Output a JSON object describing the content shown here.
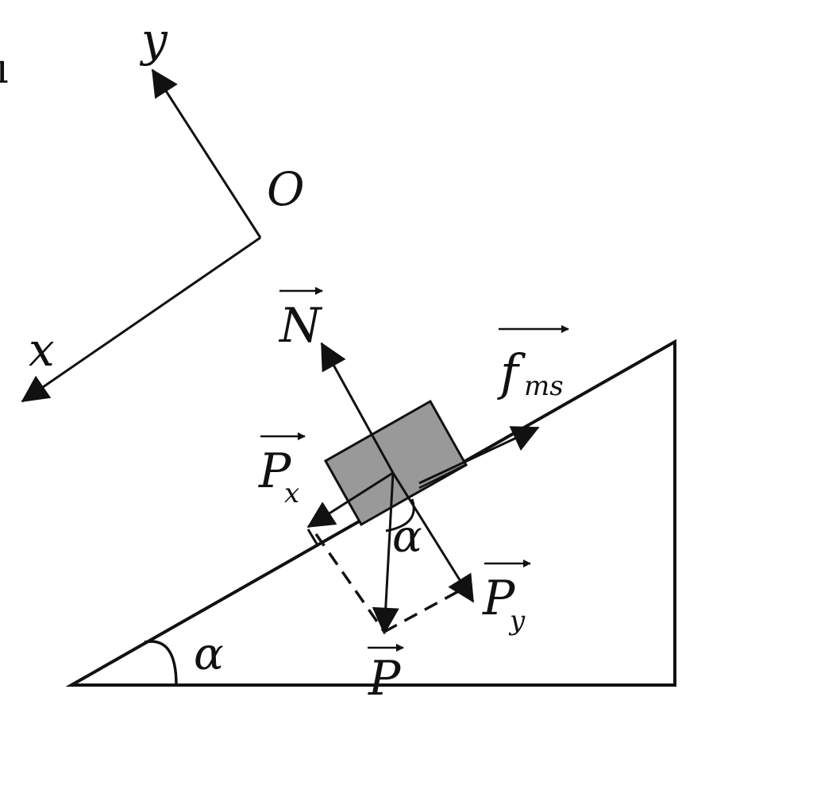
{
  "diagram": {
    "colors": {
      "ink": "#111111",
      "block": "#999999",
      "background": "#ffffff"
    },
    "axes": {
      "origin_label": "O",
      "x_label": "x",
      "y_label": "y"
    },
    "forces": {
      "normal": {
        "symbol": "N"
      },
      "friction": {
        "symbol": "f",
        "subscript": "ms"
      },
      "weight": {
        "symbol": "P"
      },
      "weight_x": {
        "symbol": "P",
        "subscript": "x"
      },
      "weight_y": {
        "symbol": "P",
        "subscript": "y"
      }
    },
    "angles": {
      "incline_label": "α",
      "block_angle_label": "α"
    },
    "edge_fragment": "ı"
  }
}
